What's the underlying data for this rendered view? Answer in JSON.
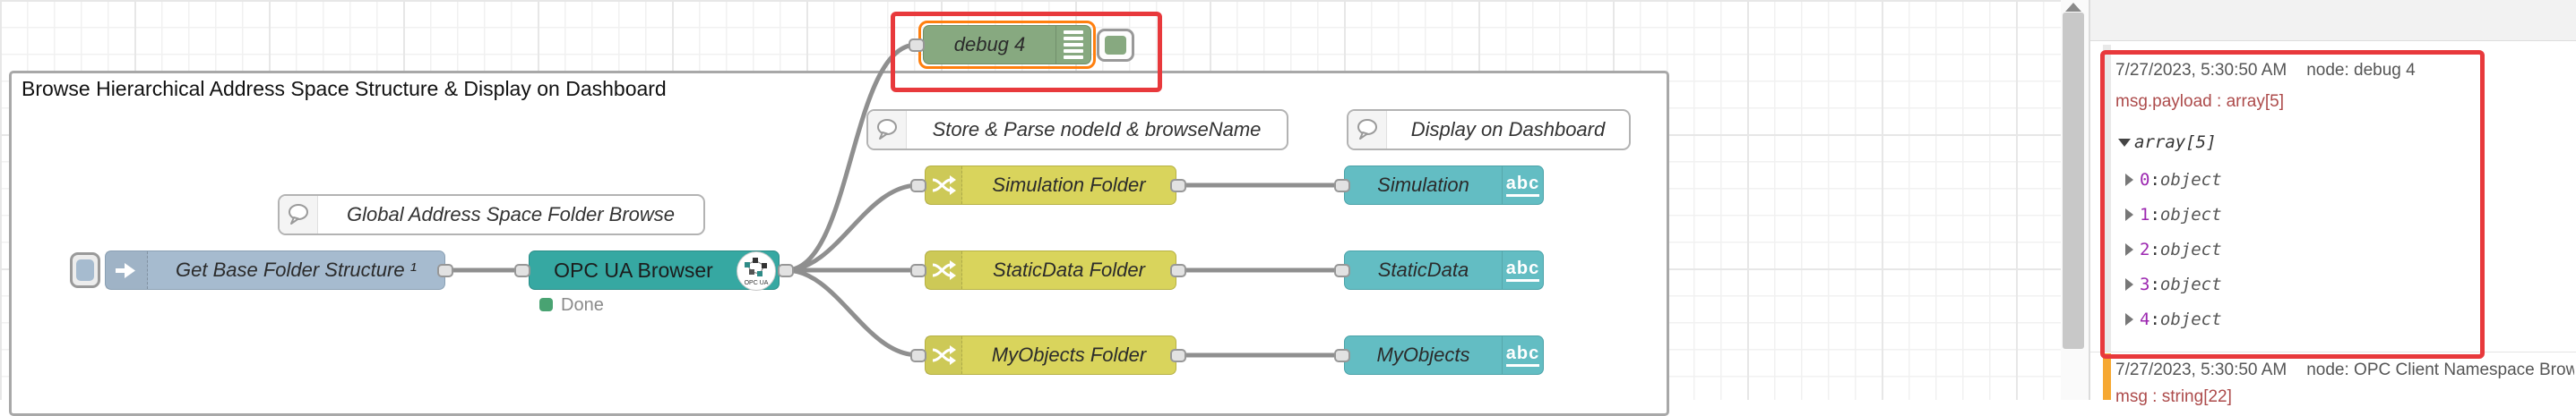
{
  "group": {
    "title": "Browse Hierarchical Address Space Structure & Display on Dashboard"
  },
  "comments": [
    {
      "label": "Global Address Space Folder Browse"
    },
    {
      "label": "Store & Parse nodeId & browseName"
    },
    {
      "label": "Display on Dashboard"
    }
  ],
  "nodes": {
    "inject": {
      "label": "Get Base Folder Structure ¹"
    },
    "browser": {
      "label": "OPC UA Browser",
      "icon_caption": "OPC UA",
      "status": "Done"
    },
    "debug": {
      "label": "debug 4"
    },
    "switches": [
      {
        "label": "Simulation Folder"
      },
      {
        "label": "StaticData Folder"
      },
      {
        "label": "MyObjects Folder"
      }
    ],
    "texts": [
      {
        "label": "Simulation",
        "icon_label": "abc"
      },
      {
        "label": "StaticData",
        "icon_label": "abc"
      },
      {
        "label": "MyObjects",
        "icon_label": "abc"
      }
    ]
  },
  "sidebar": {
    "colon": ": ",
    "messages": [
      {
        "timestamp": "7/27/2023, 5:30:50 AM",
        "node": "node: debug 4",
        "path": "msg.payload : array[5]",
        "tree_root": "array[5]",
        "items": [
          {
            "key": "0",
            "value": "object"
          },
          {
            "key": "1",
            "value": "object"
          },
          {
            "key": "2",
            "value": "object"
          },
          {
            "key": "3",
            "value": "object"
          },
          {
            "key": "4",
            "value": "object"
          }
        ]
      },
      {
        "timestamp": "7/27/2023, 5:30:50 AM",
        "node": "node: OPC Client Namespace Brow",
        "path": "msg : string[22]"
      }
    ]
  },
  "colors": {
    "debug_green": "#87a980",
    "inject_blue": "#a6bbcf",
    "opcua_teal": "#36a8a2",
    "switch_yellow": "#d9d45c",
    "uitext_teal": "#63bdc3",
    "status_green": "#49a372",
    "selection_orange": "#ff7f0e",
    "annotation_red": "#e8393c",
    "message_highlight_orange": "#f6a832",
    "payload_red": "#ad4b4b",
    "key_purple": "#9c27b0",
    "wire_gray": "#8f8f8f"
  }
}
